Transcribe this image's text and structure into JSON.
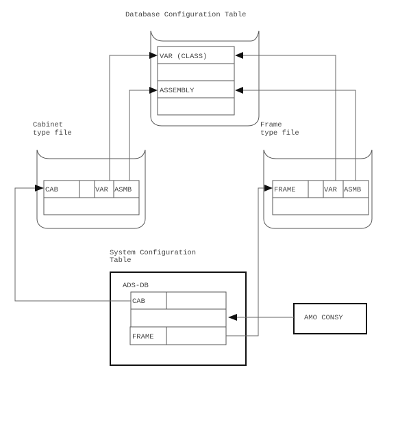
{
  "diagram": {
    "title": "Database Configuration Table",
    "db_table": {
      "rows": [
        "VAR (CLASS)",
        "",
        "ASSEMBLY",
        ""
      ]
    },
    "cabinet_file": {
      "label_line1": "Cabinet",
      "label_line2": "type file",
      "fields": [
        "CAB",
        "",
        "VAR",
        "ASMB"
      ]
    },
    "frame_file": {
      "label_line1": "Frame",
      "label_line2": "type file",
      "fields": [
        "FRAME",
        "",
        "VAR",
        "ASMB"
      ]
    },
    "system_table": {
      "label_line1": "System Configuration",
      "label_line2": "Table",
      "box_label": "ADS-DB",
      "rows": [
        "CAB",
        "",
        "FRAME"
      ]
    },
    "amo": {
      "label": "AMO CONSY"
    }
  }
}
